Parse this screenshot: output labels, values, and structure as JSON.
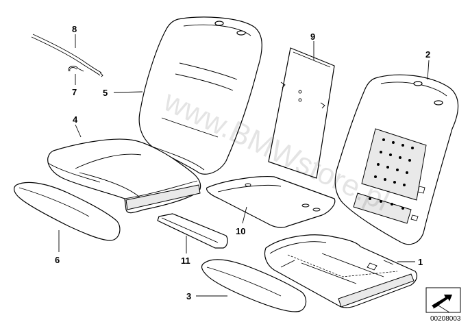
{
  "diagram": {
    "callouts": [
      {
        "id": "callout-1",
        "label": "1"
      },
      {
        "id": "callout-2",
        "label": "2"
      },
      {
        "id": "callout-3",
        "label": "3"
      },
      {
        "id": "callout-4",
        "label": "4"
      },
      {
        "id": "callout-5",
        "label": "5"
      },
      {
        "id": "callout-6",
        "label": "6"
      },
      {
        "id": "callout-7",
        "label": "7"
      },
      {
        "id": "callout-8",
        "label": "8"
      },
      {
        "id": "callout-9",
        "label": "9"
      },
      {
        "id": "callout-10",
        "label": "10"
      },
      {
        "id": "callout-11",
        "label": "11"
      }
    ],
    "watermark": "www.BMWstore.pl",
    "reference_number": "00208003",
    "colors": {
      "line": "#000000",
      "background": "#ffffff",
      "shade": "#e9e9e9"
    }
  }
}
